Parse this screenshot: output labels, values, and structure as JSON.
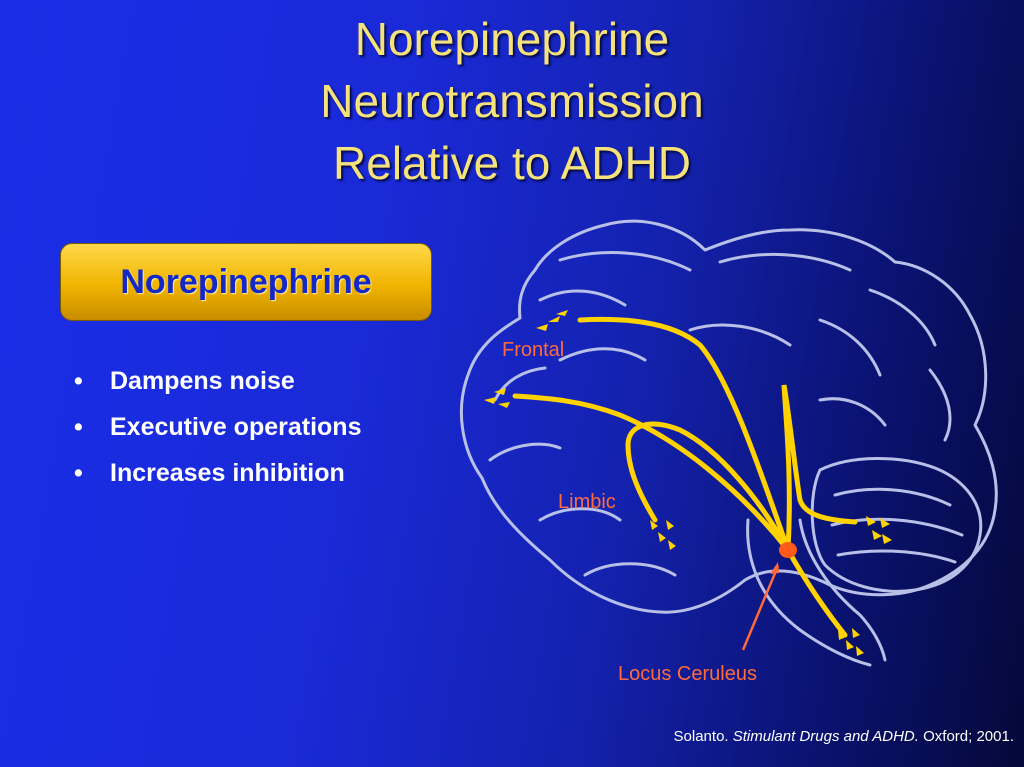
{
  "title": {
    "line1": "Norepinephrine",
    "line2": "Neurotransmission",
    "line3": "Relative to ADHD"
  },
  "badge": {
    "label": "Norepinephrine"
  },
  "bullets": [
    "Dampens noise",
    "Executive operations",
    "Increases inhibition"
  ],
  "diagram": {
    "labels": {
      "frontal": "Frontal",
      "limbic": "Limbic",
      "locus": "Locus Ceruleus"
    },
    "colors": {
      "outline": "#b8c0e8",
      "pathway": "#ffd200",
      "label": "#ff6a3a",
      "nucleus": "#ff5a1a"
    }
  },
  "footer": {
    "author": "Solanto.",
    "work": "Stimulant Drugs and ADHD.",
    "publisher": "Oxford; 2001."
  }
}
